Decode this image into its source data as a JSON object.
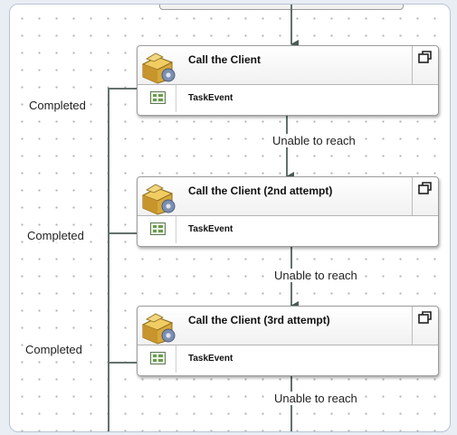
{
  "workflow": {
    "nodes": [
      {
        "title": "Call the Client",
        "row_label": "TaskEvent"
      },
      {
        "title": "Call the Client (2nd attempt)",
        "row_label": "TaskEvent"
      },
      {
        "title": "Call the Client (3rd attempt)",
        "row_label": "TaskEvent"
      }
    ],
    "transitions": {
      "completed": [
        "Completed",
        "Completed",
        "Completed"
      ],
      "unable_to_reach": [
        "Unable to reach",
        "Unable to reach",
        "Unable to reach"
      ]
    }
  },
  "icons": {
    "node": "task-box-gear-icon",
    "event": "task-event-icon",
    "expand": "expand-icon"
  }
}
